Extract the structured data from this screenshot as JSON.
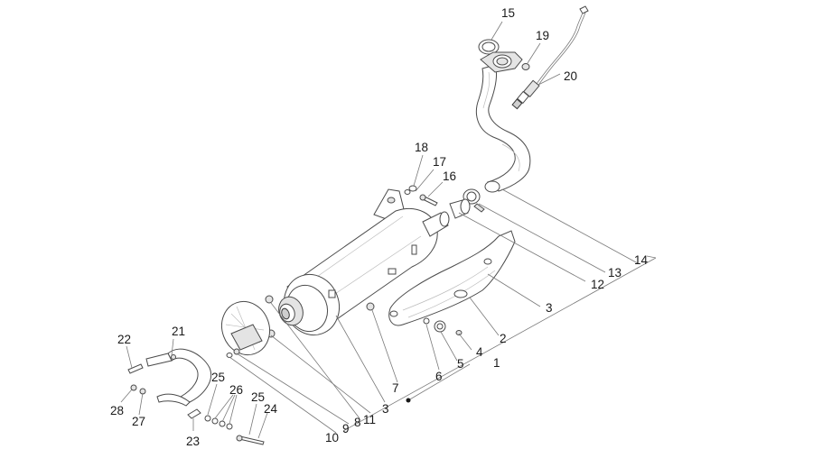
{
  "diagram": {
    "callouts": {
      "c1": "1",
      "c2": "2",
      "c3a": "3",
      "c3b": "3",
      "c4": "4",
      "c5": "5",
      "c6": "6",
      "c7": "7",
      "c8": "8",
      "c9": "9",
      "c10": "10",
      "c11": "11",
      "c12": "12",
      "c13": "13",
      "c14": "14",
      "c15": "15",
      "c16": "16",
      "c17": "17",
      "c18": "18",
      "c19": "19",
      "c20": "20",
      "c21": "21",
      "c22": "22",
      "c23": "23",
      "c24": "24",
      "c25a": "25",
      "c25b": "25",
      "c26": "26",
      "c27": "27",
      "c28": "28"
    }
  }
}
